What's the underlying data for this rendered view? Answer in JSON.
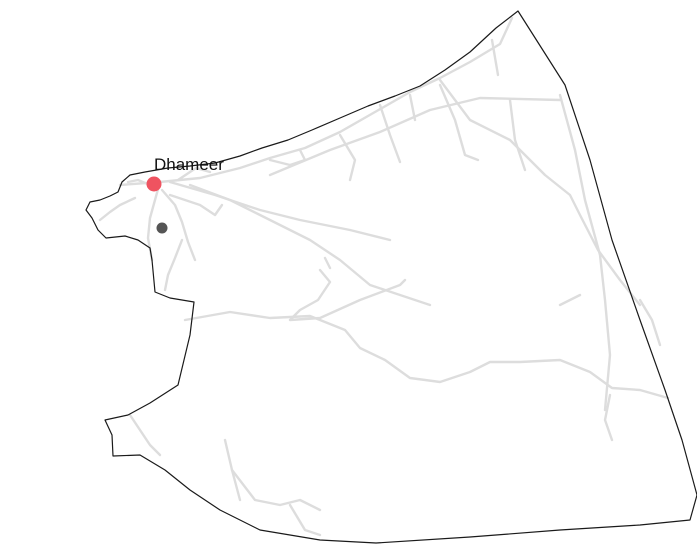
{
  "map": {
    "colors": {
      "background": "#ffffff",
      "boundary": "#1a1a1a",
      "roads": "#dddddd",
      "highlight_marker": "#ef5360",
      "secondary_marker": "#555555",
      "label": "#111111"
    },
    "places": [
      {
        "name": "Dhameer",
        "marker": "highlight-dot"
      }
    ],
    "secondary_markers": [
      {
        "marker": "dark-dot"
      }
    ]
  }
}
